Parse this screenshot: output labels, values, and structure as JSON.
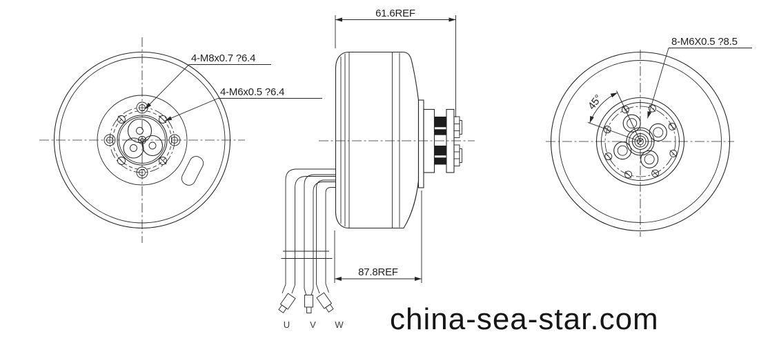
{
  "annotations": {
    "front_m8": "4-M8x0.7 ?6.4",
    "front_m6": "4-M6x0.5 ?6.4",
    "rear_m6": "8-M6X0.5 ?8.5",
    "angle_45": "45°"
  },
  "dimensions": {
    "width_ref": "61.6REF",
    "length_ref": "87.8REF"
  },
  "wires": {
    "labels": [
      "U",
      "V",
      "W"
    ]
  },
  "watermark": "china-sea-star.com",
  "colors": {
    "line": "#262626",
    "background": "#ffffff"
  }
}
